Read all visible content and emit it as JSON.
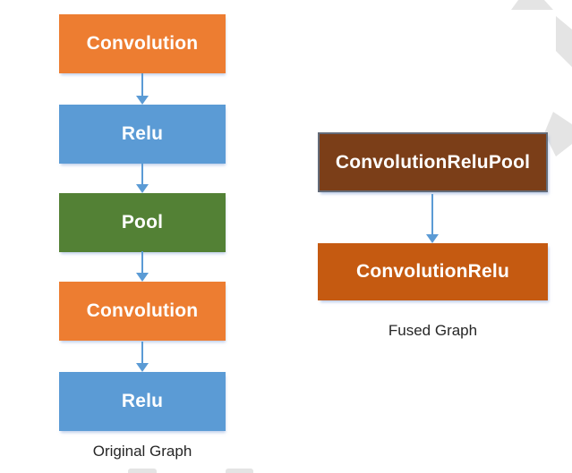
{
  "diagram": {
    "original_graph": {
      "caption": "Original Graph",
      "nodes": [
        {
          "label": "Convolution",
          "color": "#ED7D31"
        },
        {
          "label": "Relu",
          "color": "#5B9BD5"
        },
        {
          "label": "Pool",
          "color": "#538135"
        },
        {
          "label": "Convolution",
          "color": "#ED7D31"
        },
        {
          "label": "Relu",
          "color": "#5B9BD5"
        }
      ]
    },
    "fused_graph": {
      "caption": "Fused Graph",
      "nodes": [
        {
          "label": "ConvolutionReluPool",
          "color": "#7B3E18",
          "border_color": "#646B78"
        },
        {
          "label": "ConvolutionRelu",
          "color": "#C55A11"
        }
      ]
    },
    "style": {
      "arrow_color": "#5B9BD5",
      "node_text_color": "#FFFFFF",
      "caption_color": "#262626",
      "decoration_color": "#E4E4E4",
      "background_color": "#FFFFFF"
    }
  }
}
